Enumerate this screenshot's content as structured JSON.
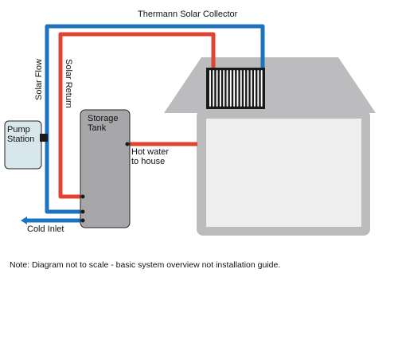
{
  "diagram": {
    "collector_label": "Thermann Solar Collector",
    "solar_flow_label": "Solar Flow",
    "solar_return_label": "Solar Return",
    "pump_station_line1": "Pump",
    "pump_station_line2": "Station",
    "storage_tank_line1": "Storage",
    "storage_tank_line2": "Tank",
    "hot_water_line1": "Hot water",
    "hot_water_line2": "to house",
    "cold_inlet_label": "Cold Inlet",
    "note": "Note: Diagram not to scale - basic system overview not installation guide."
  },
  "colors": {
    "flow_pipe": "#1e73be",
    "return_pipe": "#e0432f",
    "house_body": "#bcbcbe",
    "house_inner": "#eeeeee",
    "tank": "#a7a7aa",
    "pump_station": "#d8e7ec",
    "collector": "#1a1a1a"
  }
}
